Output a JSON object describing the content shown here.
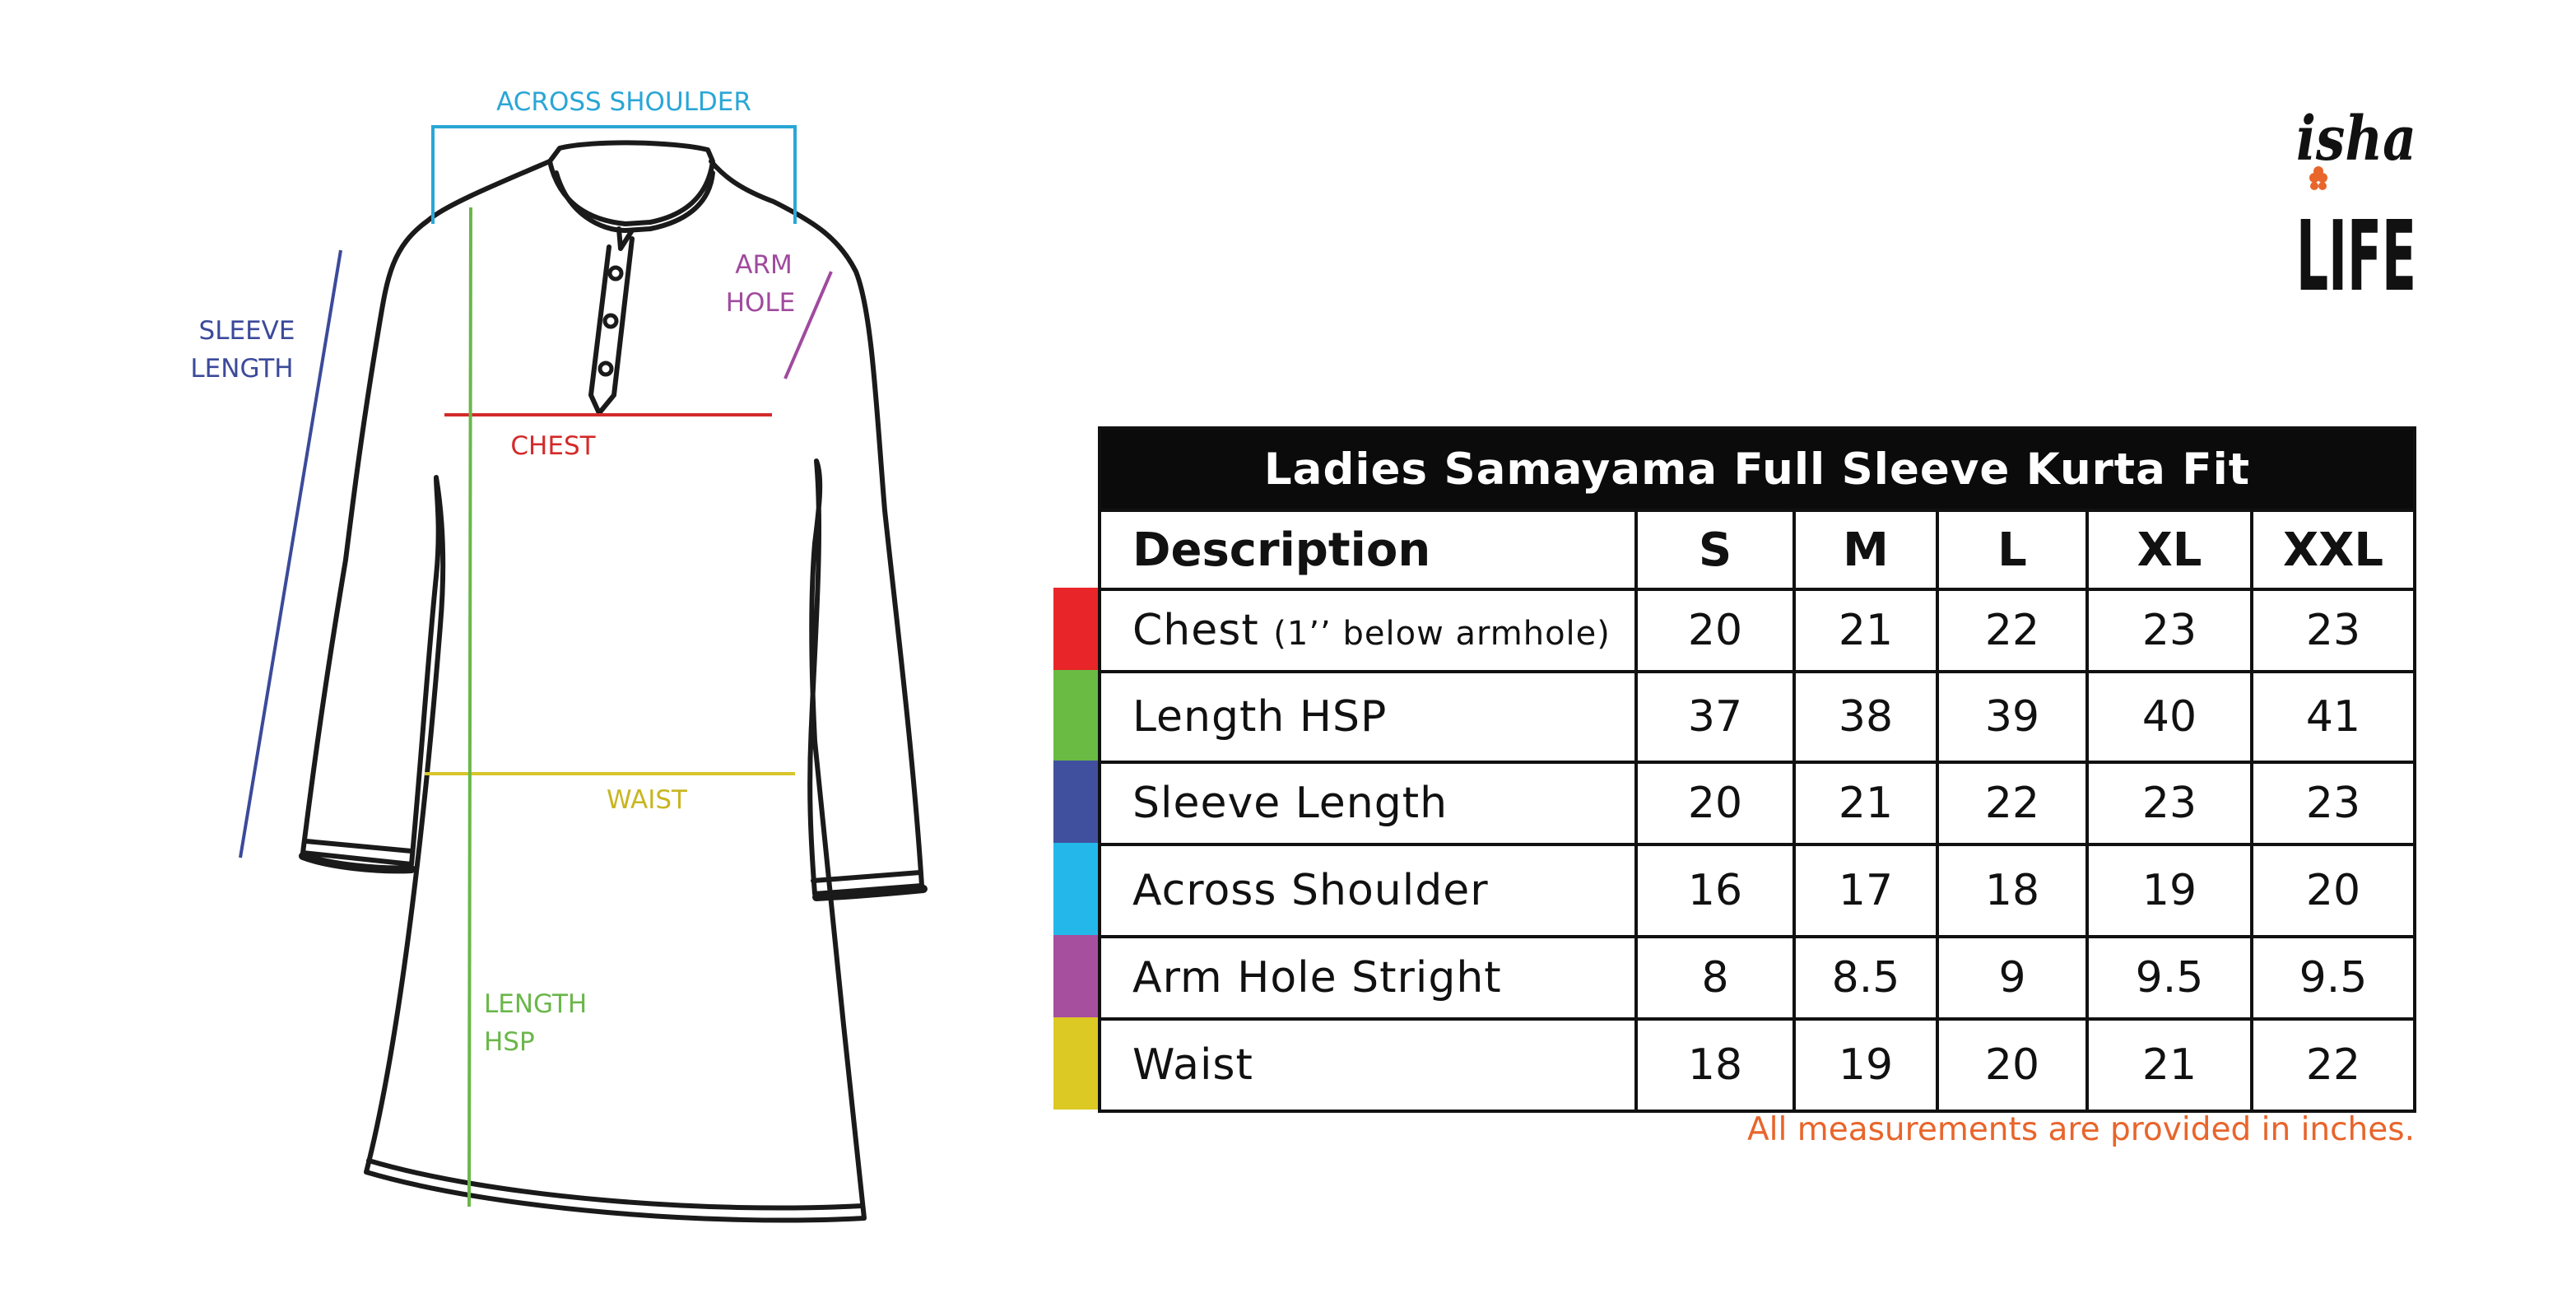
{
  "diagram": {
    "labels": {
      "across_shoulder": "ACROSS SHOULDER",
      "sleeve_length_1": "SLEEVE",
      "sleeve_length_2": "LENGTH",
      "arm_hole_1": "ARM",
      "arm_hole_2": "HOLE",
      "chest": "CHEST",
      "waist": "WAIST",
      "length_1": "LENGTH",
      "length_2": "HSP"
    },
    "colors": {
      "across_shoulder": "#2aa6d6",
      "sleeve_length": "#3b4a9a",
      "arm_hole": "#a04a9e",
      "chest": "#d42a2a",
      "waist": "#d8c42a",
      "length": "#6ab74a",
      "outline": "#1a1a1a"
    }
  },
  "logo": {
    "top_text": "isha",
    "bottom_text": "LIFE",
    "accent": "#e8652b"
  },
  "table": {
    "title": "Ladies Samayama Full Sleeve Kurta Fit",
    "headers": [
      "Description",
      "S",
      "M",
      "L",
      "XL",
      "XXL"
    ],
    "rows": [
      {
        "label": "Chest",
        "note": "(1’’ below armhole)",
        "values": [
          "20",
          "21",
          "22",
          "23",
          "23"
        ],
        "color": "#e82528"
      },
      {
        "label": "Length HSP",
        "note": "",
        "values": [
          "37",
          "38",
          "39",
          "40",
          "41"
        ],
        "color": "#69bb44"
      },
      {
        "label": "Sleeve Length",
        "note": "",
        "values": [
          "20",
          "21",
          "22",
          "23",
          "23"
        ],
        "color": "#40509e"
      },
      {
        "label": "Across Shoulder",
        "note": "",
        "values": [
          "16",
          "17",
          "18",
          "19",
          "20"
        ],
        "color": "#24b8ea"
      },
      {
        "label": "Arm Hole Stright",
        "note": "",
        "values": [
          "8",
          "8.5",
          "9",
          "9.5",
          "9.5"
        ],
        "color": "#a64f9f"
      },
      {
        "label": "Waist",
        "note": "",
        "values": [
          "18",
          "19",
          "20",
          "21",
          "22"
        ],
        "color": "#ddc924"
      }
    ]
  },
  "footnote": "All measurements are provided in inches."
}
